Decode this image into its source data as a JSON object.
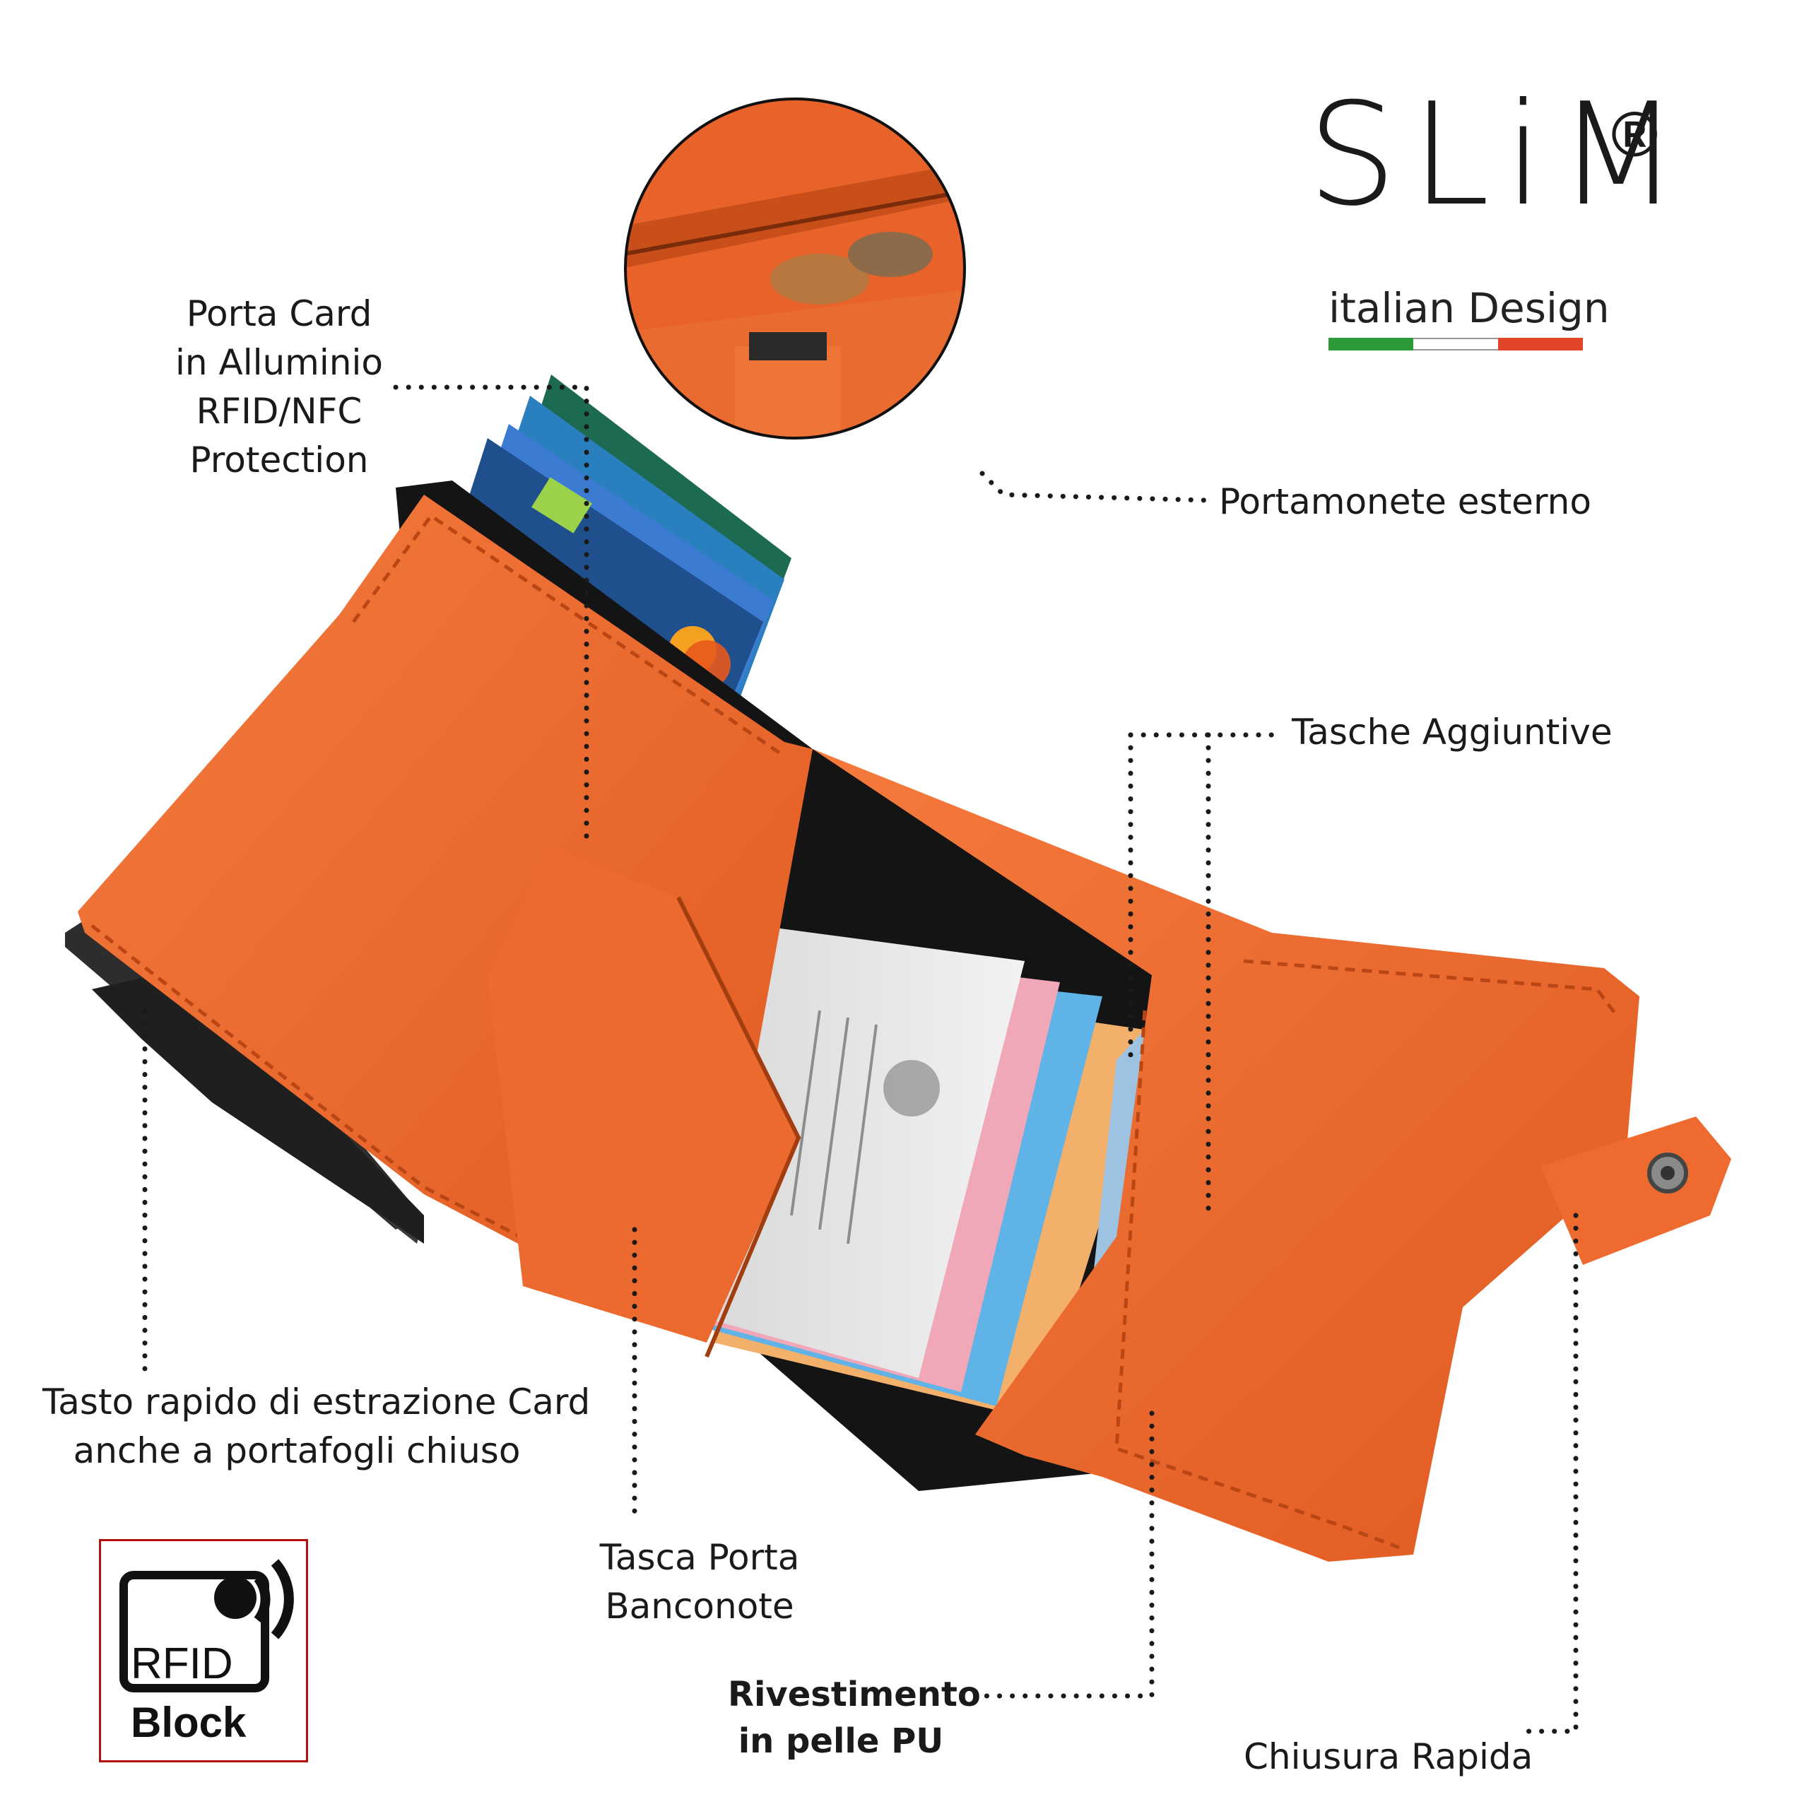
{
  "brand": {
    "logo": "SLiM",
    "registered_mark": "®",
    "tagline": "italian Design",
    "flag_colors": [
      "#2e9a3c",
      "#ffffff",
      "#e2462a"
    ]
  },
  "labels": {
    "porta_card": [
      "Porta Card",
      "in Alluminio",
      "RFID/NFC",
      "Protection"
    ],
    "portamonete": "Portamonete esterno",
    "tasche": "Tasche Aggiuntive",
    "tasto": [
      "Tasto rapido di estrazione Card",
      "anche a portafogli chiuso"
    ],
    "tasca": [
      "Tasca Porta",
      "Banconote"
    ],
    "rivestimento": [
      "Rivestimento",
      "in pelle PU"
    ],
    "chiusura": "Chiusura Rapida"
  },
  "rfid_badge": {
    "text": "RFID",
    "block": "Block"
  },
  "colors": {
    "leather": "#ee6a2f",
    "leather_dark": "#d4531c",
    "lining": "#121212",
    "text": "#1a1a1a",
    "badge_border": "#b01010"
  }
}
